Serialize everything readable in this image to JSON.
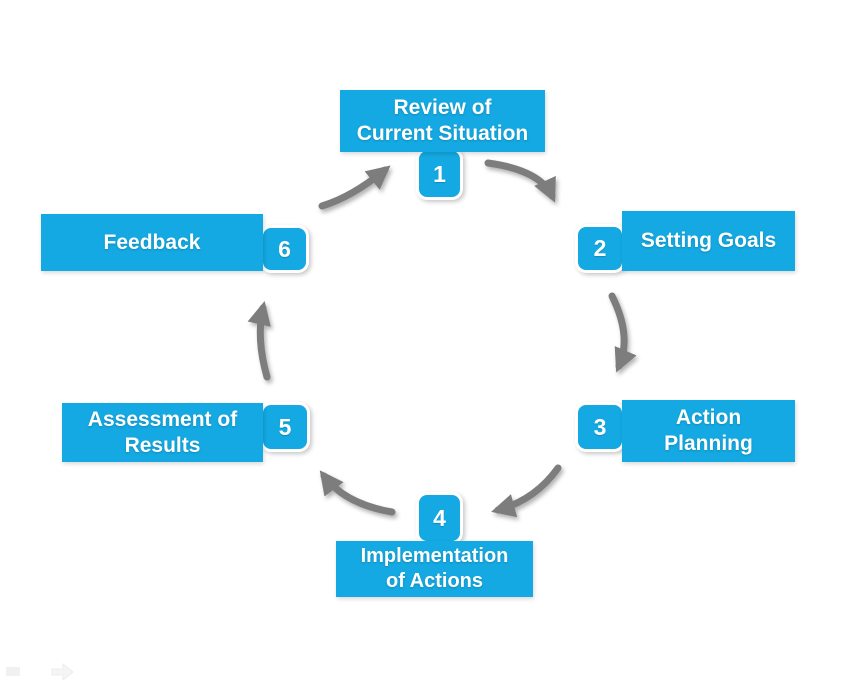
{
  "diagram": {
    "type": "cycle",
    "direction": "clockwise",
    "steps": [
      {
        "number": "1",
        "lines": [
          "Review of",
          "Current Situation"
        ]
      },
      {
        "number": "2",
        "lines": [
          "Setting Goals"
        ]
      },
      {
        "number": "3",
        "lines": [
          "Action",
          "Planning"
        ]
      },
      {
        "number": "4",
        "lines": [
          "Implementation",
          "of Actions"
        ]
      },
      {
        "number": "5",
        "lines": [
          "Assessment of",
          "Results"
        ]
      },
      {
        "number": "6",
        "lines": [
          "Feedback"
        ]
      }
    ],
    "flow": [
      "1→2",
      "2→3",
      "3→4",
      "4→5",
      "5→6",
      "6→1"
    ],
    "colors": {
      "box_fill": "#14a9e2",
      "box_text": "#ffffff",
      "badge_border": "#ffffff",
      "arrow": "#7d7d7d",
      "background": "#ffffff"
    }
  }
}
